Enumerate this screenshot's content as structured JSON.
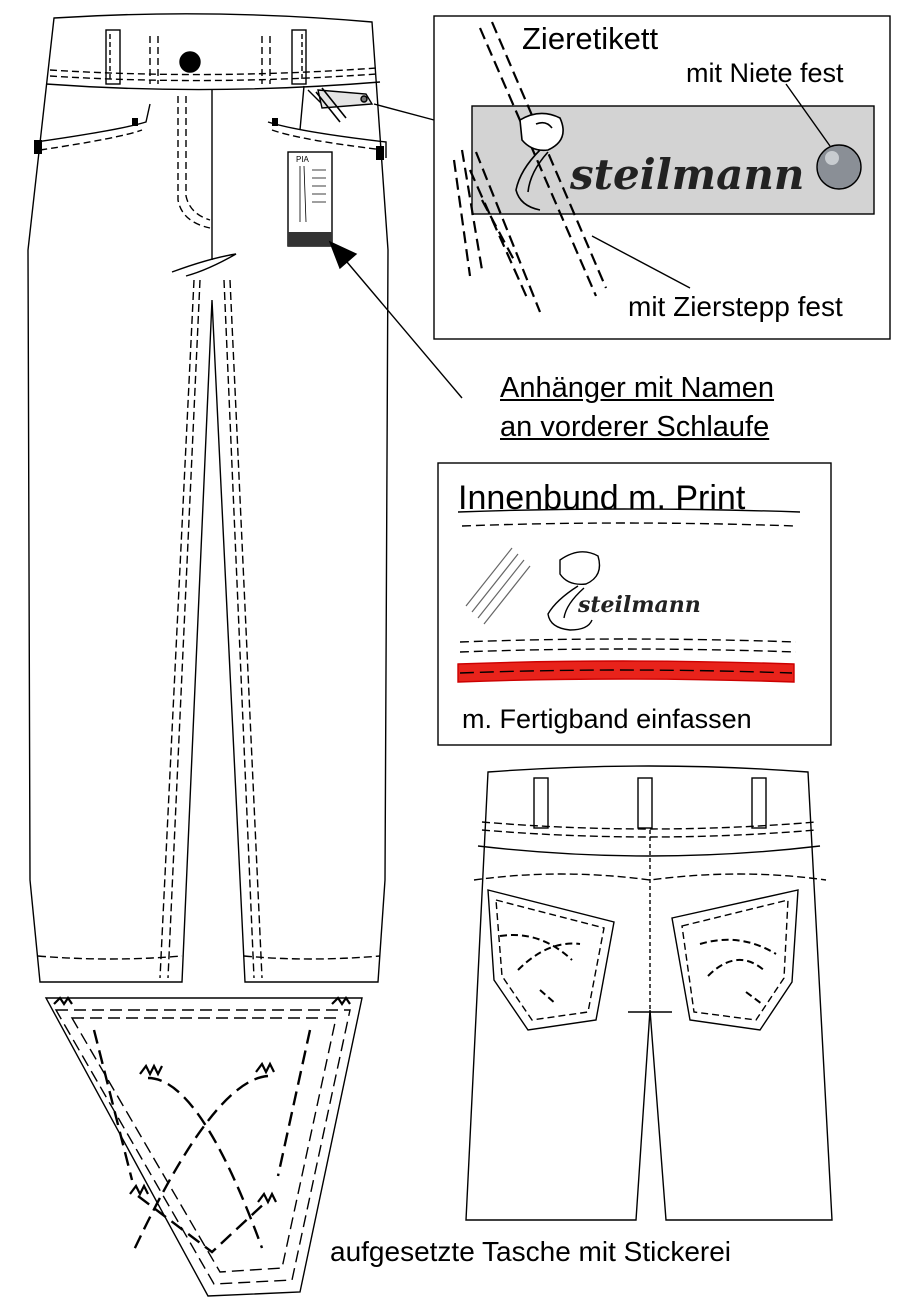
{
  "ornament_label": {
    "title": "Zieretikett",
    "rivet_note": "mit Niete fest",
    "stitch_note": "mit Zierstepp fest",
    "brand": "steilmann",
    "label_color": "#d3d3d3",
    "rivet_color": "#8a8f96"
  },
  "hangtag_note": {
    "line1": "Anhänger mit Namen",
    "line2": "an vorderer Schlaufe"
  },
  "hangtag": {
    "name": "PIA"
  },
  "waistband": {
    "title": "Innenbund m. Print",
    "brand": "steilmann",
    "binding_note": "m. Fertigband einfassen",
    "tape_color": "#e8231b"
  },
  "pocket": {
    "caption": "aufgesetzte Tasche mit Stickerei"
  },
  "colors": {
    "ink": "#000000",
    "paper": "#ffffff"
  }
}
